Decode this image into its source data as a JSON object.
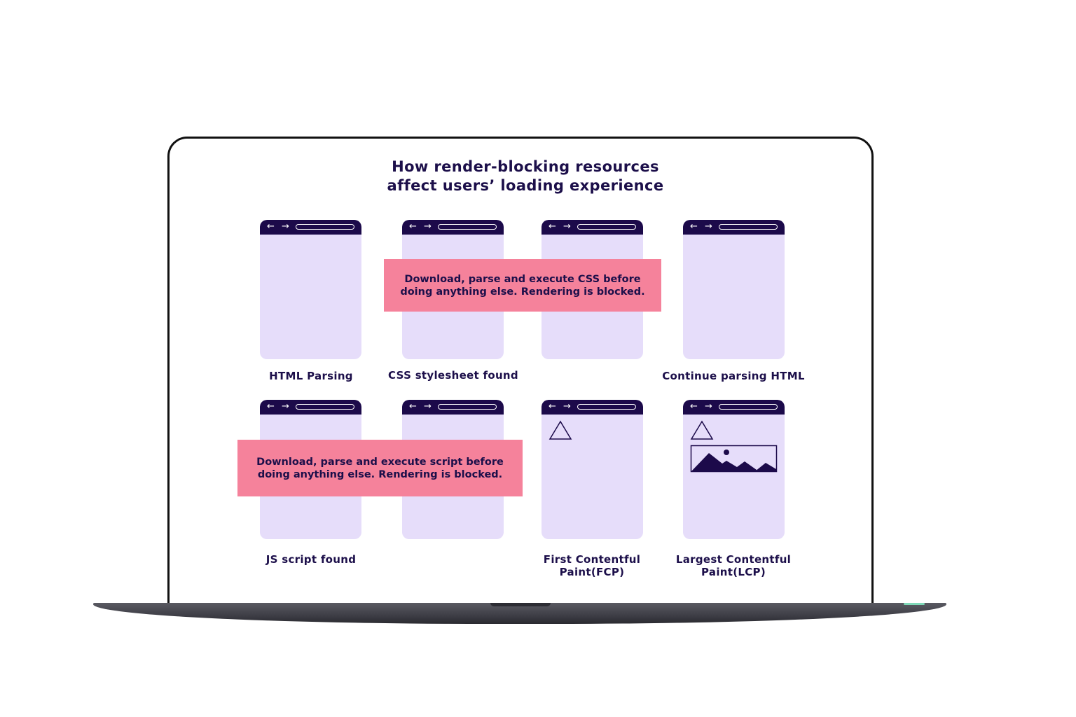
{
  "title": {
    "line1": "How render-blocking resources",
    "line2": "affect users’ loading experience"
  },
  "browser": {
    "nav_arrows": "← →"
  },
  "row1": {
    "labels": [
      "HTML Parsing",
      "CSS stylesheet found",
      "",
      "Continue parsing HTML"
    ],
    "note": {
      "line1": "Download, parse and execute CSS before",
      "line2": "doing anything else. Rendering is blocked."
    }
  },
  "row2": {
    "labels": [
      "JS script found",
      "",
      "First Contentful",
      "Largest Contentful"
    ],
    "labels_line2": [
      "",
      "",
      "Paint(FCP)",
      "Paint(LCP)"
    ],
    "note": {
      "line1": "Download, parse and execute script before",
      "line2": "doing anything else. Rendering is blocked."
    }
  },
  "colors": {
    "navy": "#1c0a4a",
    "browser_body": "#e6ddfa",
    "note_pink": "#f5829b"
  },
  "icons": {
    "row2_col3": [
      "triangle-icon"
    ],
    "row2_col4": [
      "triangle-icon",
      "landscape-image-icon"
    ]
  }
}
